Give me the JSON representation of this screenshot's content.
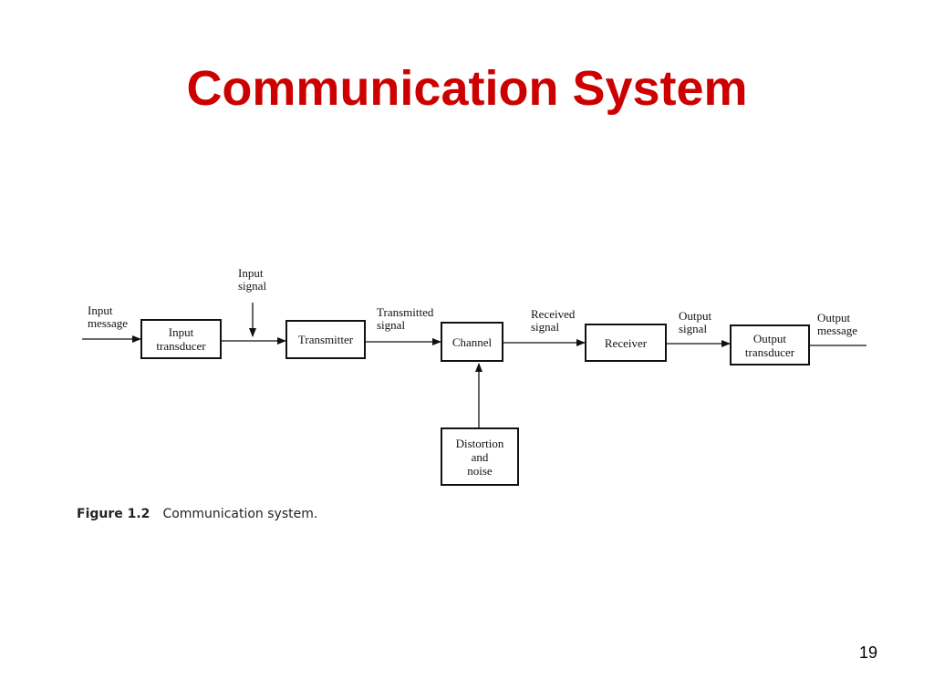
{
  "slide": {
    "title": "Communication System",
    "title_color": "#cc0000",
    "page_number": "19"
  },
  "diagram": {
    "blocks": {
      "input_transducer": [
        "Input",
        "transducer"
      ],
      "transmitter": [
        "Transmitter"
      ],
      "channel": [
        "Channel"
      ],
      "receiver": [
        "Receiver"
      ],
      "output_transducer": [
        "Output",
        "transducer"
      ],
      "distortion": [
        "Distortion",
        "and",
        "noise"
      ]
    },
    "labels": {
      "input_message": [
        "Input",
        "message"
      ],
      "input_signal": [
        "Input",
        "signal"
      ],
      "transmitted_signal": [
        "Transmitted",
        "signal"
      ],
      "received_signal": [
        "Received",
        "signal"
      ],
      "output_signal": [
        "Output",
        "signal"
      ],
      "output_message": [
        "Output",
        "message"
      ]
    },
    "caption": {
      "number": "Figure 1.2",
      "text": "Communication system."
    }
  }
}
